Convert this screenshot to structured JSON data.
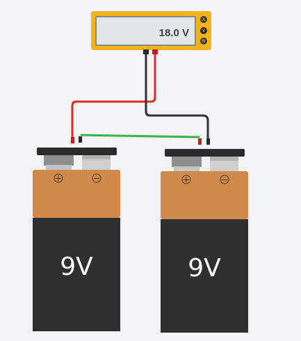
{
  "multimeter": {
    "display": "18.0 V",
    "modes": [
      "A",
      "V",
      "R"
    ],
    "selected_mode": "V",
    "case_color": "#f2b21c"
  },
  "batteries": [
    {
      "label": "9V",
      "plus_symbol": "+",
      "minus_symbol": "−"
    },
    {
      "label": "9V",
      "plus_symbol": "+",
      "minus_symbol": "−"
    }
  ],
  "wires": {
    "positive_color": "#e02a2a",
    "negative_color": "#333333",
    "jumper_color": "#3bb54a"
  },
  "battery_colors": {
    "top": "#d08a4c",
    "body": "#2f2f2f",
    "cap": "#2b2b2b"
  }
}
